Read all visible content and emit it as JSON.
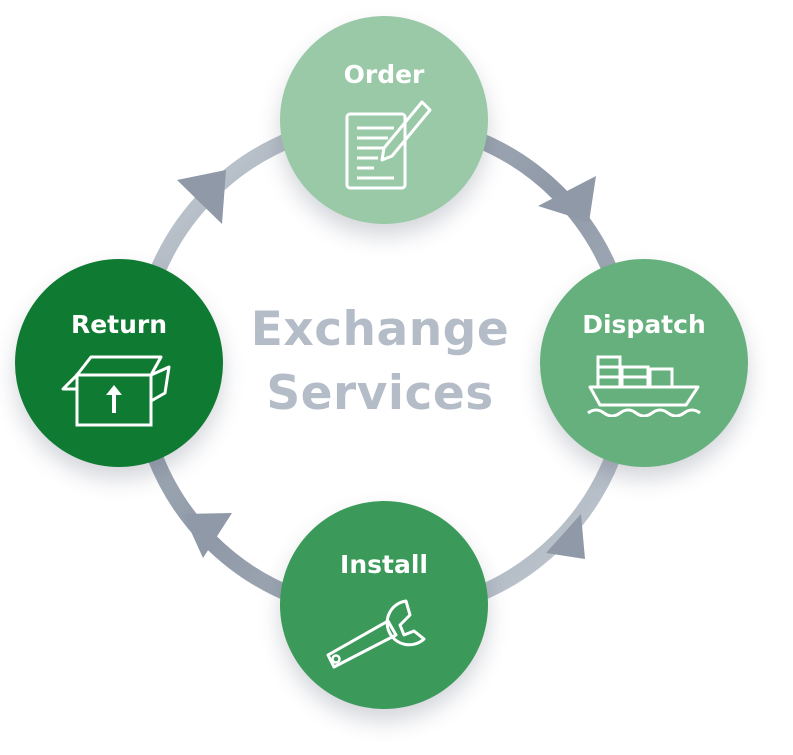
{
  "diagram": {
    "title_line1": "Exchange",
    "title_line2": "Services",
    "ring_color": "#9aa4b2",
    "steps": [
      {
        "label": "Order",
        "color": "#99c9a7",
        "icon": "order-form-pen-icon"
      },
      {
        "label": "Dispatch",
        "color": "#66b07d",
        "icon": "cargo-ship-icon"
      },
      {
        "label": "Install",
        "color": "#3b9a5a",
        "icon": "wrench-icon"
      },
      {
        "label": "Return",
        "color": "#0f7a32",
        "icon": "box-return-icon"
      }
    ]
  }
}
